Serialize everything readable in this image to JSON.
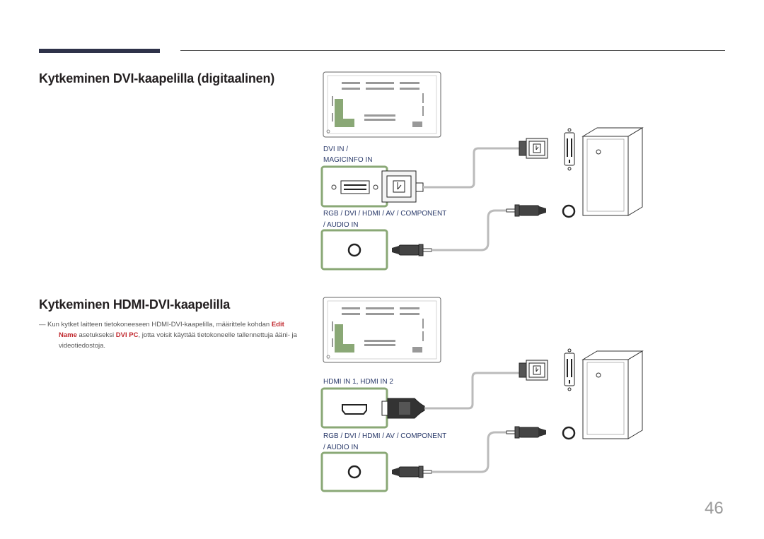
{
  "section1": {
    "title": "Kytkeminen DVI-kaapelilla (digitaalinen)",
    "port_label_line1": "DVI IN /",
    "port_label_line2": "MAGICINFO IN",
    "audio_label_line1": "RGB / DVI / HDMI / AV / COMPONENT",
    "audio_label_line2": "/ AUDIO IN"
  },
  "section2": {
    "title": "Kytkeminen HDMI-DVI-kaapelilla",
    "note": {
      "dash": "―",
      "part1": "Kun kytket laitteen tietokoneeseen HDMI-DVI-kaapelilla, määrittele kohdan ",
      "edit_name": "Edit Name",
      "part2": " asetukseksi ",
      "dvi_pc": "DVI PC",
      "part3": ", jotta voisit käyttää tietokoneelle tallennettuja ääni- ja videotiedostoja."
    },
    "port_label": "HDMI IN 1, HDMI IN 2",
    "audio_label_line1": "RGB / DVI / HDMI / AV / COMPONENT",
    "audio_label_line2": "/ AUDIO IN"
  },
  "page_number": "46",
  "colors": {
    "accent_bar": "#2e3249",
    "highlight": "#c0272d",
    "port_frame": "#8aa876",
    "label_text": "#2a3a6a"
  }
}
